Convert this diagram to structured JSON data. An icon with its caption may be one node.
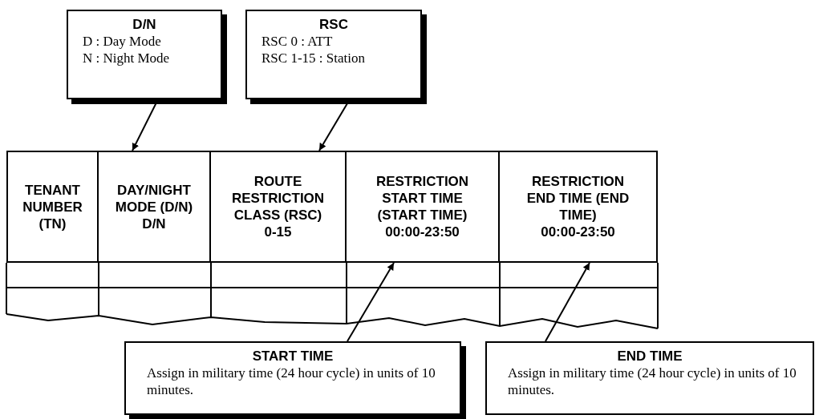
{
  "diagram": {
    "nodes": [
      {
        "text": [
          "D/N",
          "D : Day Mode",
          "N : Night Mode"
        ]
      },
      {
        "text": [
          "RSC",
          "RSC 0 : ATT",
          "RSC 1-15 : Station"
        ]
      },
      {
        "text": [
          "TENANT NUMBER (TN)"
        ]
      },
      {
        "text": [
          "DAY/NIGHT MODE (D/N)",
          "D/N"
        ]
      },
      {
        "text": [
          "ROUTE RESTRICTION CLASS (RSC)",
          "0-15"
        ]
      },
      {
        "text": [
          "RESTRICTION START TIME (START TIME)",
          "00:00-23:50"
        ]
      },
      {
        "text": [
          "RESTRICTION END TIME (END TIME)",
          "00:00-23:50"
        ]
      },
      {
        "text": [
          "START TIME",
          "Assign in military time (24 hour cycle) in units of 10 minutes."
        ]
      },
      {
        "text": [
          "END TIME",
          "Assign in military time (24 hour cycle) in units of 10 minutes."
        ]
      }
    ],
    "edges": [
      {
        "from": 0,
        "to": 3,
        "arrow": "to"
      },
      {
        "from": 1,
        "to": 4,
        "arrow": "to"
      },
      {
        "from": 7,
        "to": 5,
        "arrow": "to"
      },
      {
        "from": 8,
        "to": 6,
        "arrow": "to"
      }
    ]
  }
}
